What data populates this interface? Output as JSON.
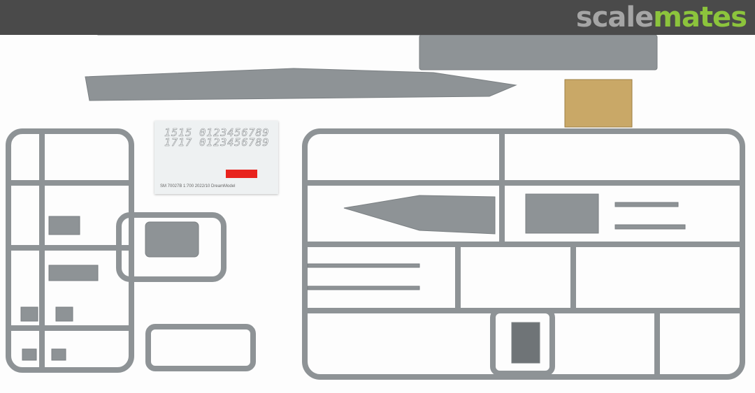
{
  "watermark": {
    "logo_text_part1": "scale",
    "logo_text_part2": "mates",
    "colors": {
      "banner": "#4a4a4a",
      "scale": "#a5a5a5",
      "mates": "#8cc43c"
    }
  },
  "decal_sheet": {
    "line1": "1515 0123456789",
    "line2": "1717 0123456789",
    "footer": "SM 70027B   1:700   2022/10   DreamModel",
    "accent_color": "#e8231d"
  },
  "colors": {
    "plastic": "#8e9396",
    "plastic_dark": "#6f7477",
    "photo_etch": "#c9a867",
    "background": "#fdfdfd"
  }
}
